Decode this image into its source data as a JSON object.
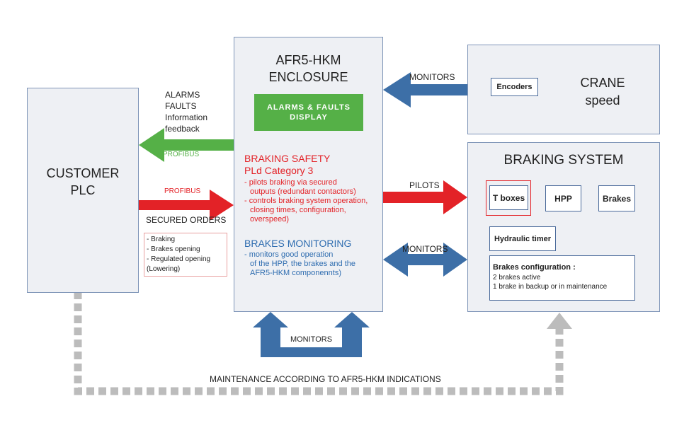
{
  "customer": {
    "title_line1": "CUSTOMER",
    "title_line2": "PLC"
  },
  "enclosure": {
    "title_line1": "AFR5-HKM",
    "title_line2": "ENCLOSURE",
    "display_line1": "ALARMS & FAULTS",
    "display_line2": "DISPLAY",
    "safety_title": "BRAKING SAFETY",
    "safety_sub": "PLd Category 3",
    "safety_items": [
      "- pilots braking via secured",
      "outputs (redundant contactors)",
      "- controls braking system operation,",
      "closing times, configuration,",
      "overspeed)"
    ],
    "monitoring_title": "BRAKES MONITORING",
    "monitoring_items": [
      "- monitors good operation",
      "of the HPP, the brakes and the",
      "AFR5-HKM componennts)"
    ]
  },
  "crane": {
    "title_line1": "CRANE",
    "title_line2": "speed",
    "encoders": "Encoders"
  },
  "braking_system": {
    "title": "BRAKING SYSTEM",
    "t_boxes": "T boxes",
    "hpp": "HPP",
    "brakes": "Brakes",
    "hydraulic_timer": "Hydraulic timer",
    "config_title": "Brakes configuration :",
    "config_line1": "2 brakes active",
    "config_line2": "1 brake in backup or in maintenance"
  },
  "labels": {
    "alarms": [
      "ALARMS",
      "FAULTS",
      "Information",
      "feedback"
    ],
    "profibus_green": "PROFIBUS",
    "profibus_red": "PROFIBUS",
    "secured_orders": "SECURED ORDERS",
    "orders_list": [
      "- Braking",
      "- Brakes opening",
      "- Regulated opening",
      "(Lowering)"
    ],
    "monitors_top": "MONITORS",
    "pilots": "PILOTS",
    "monitors_mid": "MONITORS",
    "monitors_bottom": "MONITORS",
    "maintenance": "MAINTENANCE ACCORDING TO AFR5-HKM INDICATIONS"
  },
  "colors": {
    "blue_arrow": "#3d6fa7",
    "green": "#55b047",
    "red": "#e32227",
    "gray_dash": "#bcbcbc",
    "box_fill": "#eef0f4",
    "box_border": "#7f95b8",
    "monitoring_text": "#2f6db0"
  }
}
